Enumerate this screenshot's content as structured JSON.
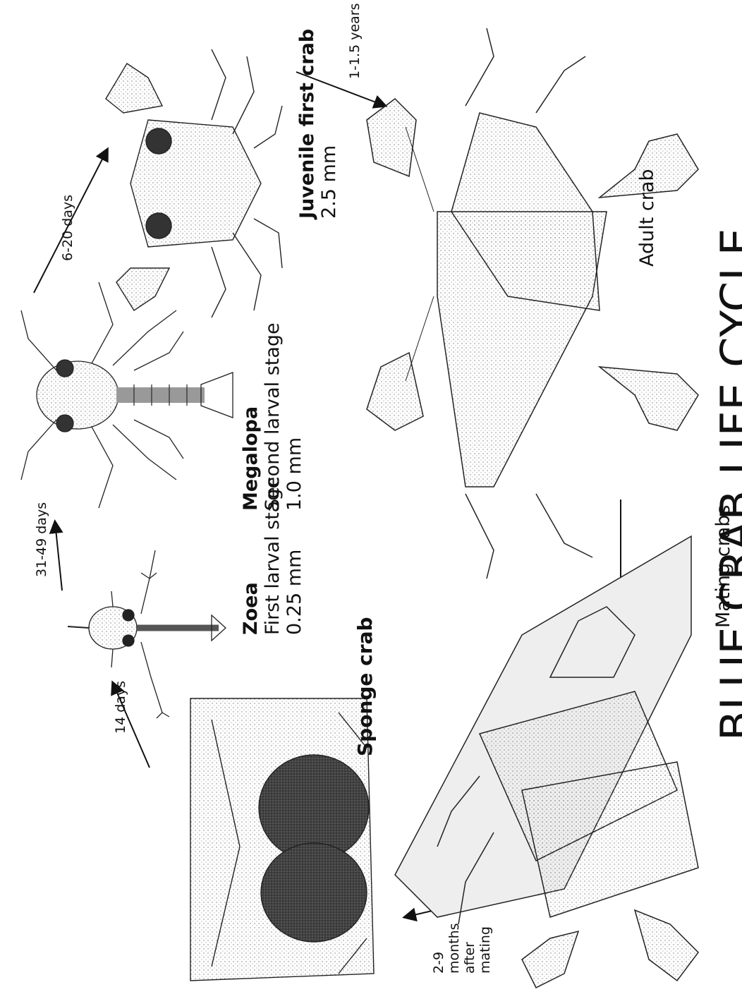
{
  "title": "BLUE CRAB LIFE CYCLE",
  "stages": {
    "zoea": {
      "name": "Zoea",
      "description": "First larval stage",
      "size": "0.25 mm"
    },
    "megalopa": {
      "name": "Megalopa",
      "description": "Second larval stage",
      "size": "1.0 mm"
    },
    "juvenile": {
      "name": "Juvenile first crab",
      "size": "2.5 mm"
    },
    "adult": {
      "name": "Adult crab"
    },
    "mating": {
      "name": "Mating crabs"
    },
    "sponge": {
      "name": "Sponge crab"
    }
  },
  "durations": {
    "sponge_to_zoea": "14 days",
    "zoea_to_megalopa": "31-49 days",
    "megalopa_to_juvenile": "6-20 days",
    "juvenile_to_adult": "1-1.5 years",
    "mating_to_sponge": [
      "2-9",
      "months",
      "after",
      "mating"
    ]
  },
  "colors": {
    "ink": "#111111",
    "egg_mass": "#333333",
    "background": "#ffffff"
  }
}
